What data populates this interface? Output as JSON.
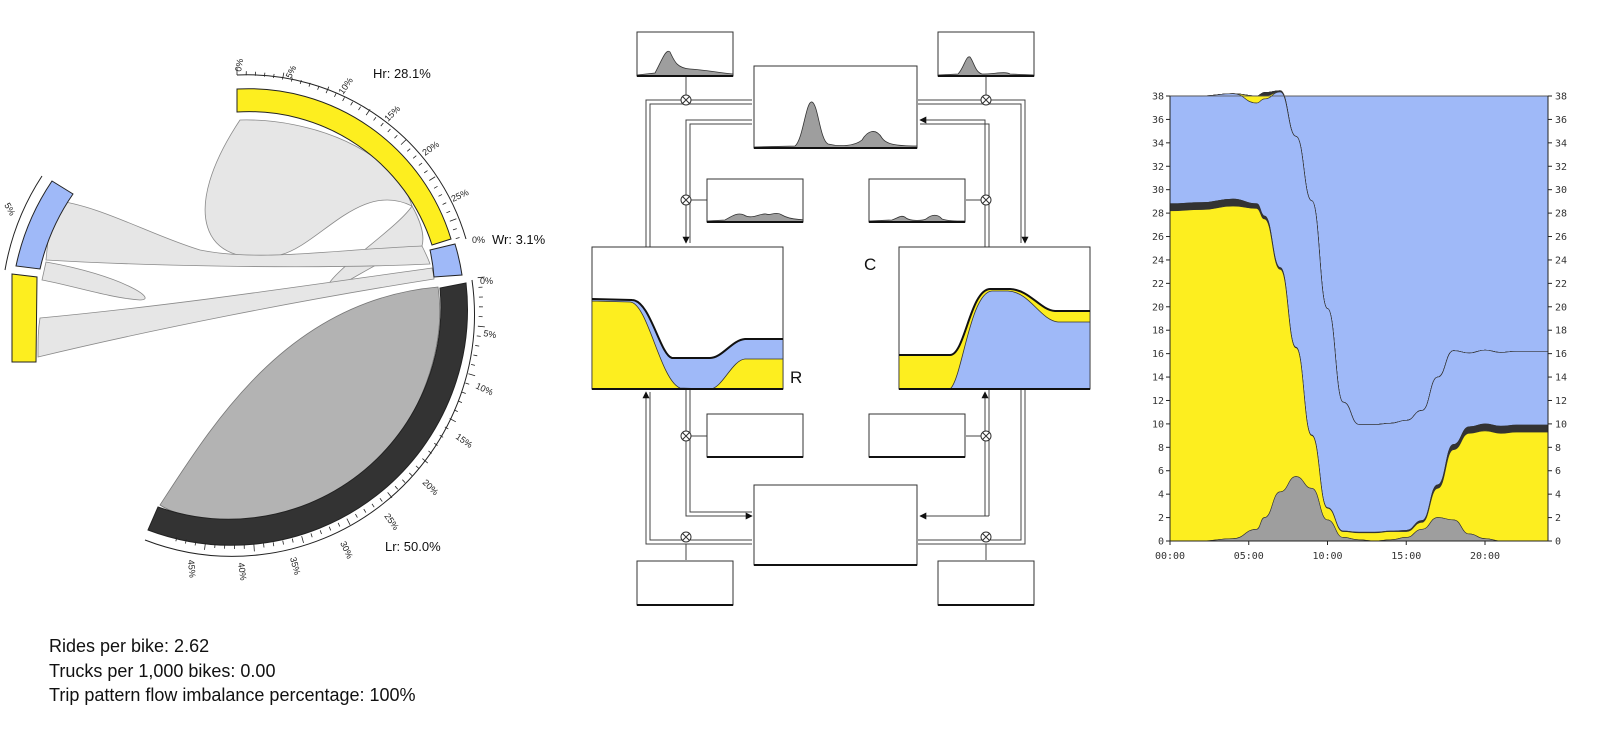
{
  "colors": {
    "yellow": "#fdee1f",
    "blue": "#9fb9f8",
    "dark": "#333333",
    "ribbon": "#e6e6e6",
    "ribbon_dark": "#b3b3b3",
    "density": "#9e9e9e"
  },
  "stats": {
    "rides_per_bike": "Rides per bike: 2.62",
    "trucks_per_1000": "Trucks per 1,000 bikes: 0.00",
    "imbalance": "Trip pattern flow imbalance percentage: 100%"
  },
  "chart_data": [
    {
      "type": "chord",
      "groups": [
        {
          "label": "Hr: 28.1%",
          "share": 28.1,
          "color": "#fdee1f"
        },
        {
          "label": "Wr: 3.1%",
          "share": 3.1,
          "color": "#9fb9f8"
        },
        {
          "label": "Lr: 50.0%",
          "share": 50.0,
          "color": "#333333"
        }
      ],
      "tick_labels": [
        "0%",
        "5%",
        "10%",
        "15%",
        "20%",
        "25%",
        "30%",
        "35%",
        "40%",
        "45%"
      ]
    },
    {
      "type": "diagram",
      "labels": {
        "c": "C",
        "r": "R"
      }
    },
    {
      "type": "area",
      "x_tick_labels": [
        "00:00",
        "05:00",
        "10:00",
        "15:00",
        "20:00"
      ],
      "y_tick_labels": [
        "0",
        "2",
        "4",
        "6",
        "8",
        "10",
        "12",
        "14",
        "16",
        "18",
        "20",
        "22",
        "24",
        "26",
        "28",
        "30",
        "32",
        "34",
        "36",
        "38"
      ],
      "xlim": [
        0,
        24
      ],
      "ylim": [
        0,
        38
      ],
      "x": [
        0,
        2,
        4,
        5.5,
        6,
        7,
        8,
        9,
        10,
        11,
        12,
        13,
        14,
        15,
        16,
        17,
        18,
        19,
        20,
        21,
        22,
        23,
        24
      ],
      "series": [
        {
          "values": [
            0,
            0,
            0.2,
            1.0,
            2.0,
            4.2,
            5.5,
            4.5,
            1.8,
            0.3,
            0.1,
            0,
            0.1,
            0.3,
            1.0,
            2.0,
            1.8,
            0.6,
            0.2,
            0,
            0,
            0,
            0
          ]
        },
        {
          "values": [
            28.2,
            28.3,
            28.4,
            27.4,
            25.5,
            19.0,
            11.0,
            4.5,
            1.0,
            0.5,
            0.6,
            0.7,
            0.7,
            0.5,
            0.6,
            2.5,
            6.0,
            8.6,
            9.2,
            9.2,
            9.3,
            9.3,
            9.3
          ]
        },
        {
          "values": [
            0.6,
            0.6,
            0.6,
            0.4,
            0.25,
            0.15,
            0.05,
            0.05,
            0.05,
            0.05,
            0.05,
            0.05,
            0.05,
            0.1,
            0.15,
            0.3,
            0.45,
            0.55,
            0.6,
            0.6,
            0.6,
            0.6,
            0.6
          ]
        },
        {
          "values": [
            9.2,
            9.1,
            9.0,
            8.6,
            10.0,
            15.0,
            18.0,
            20.0,
            17.0,
            11.0,
            9.2,
            9.2,
            9.2,
            9.4,
            9.4,
            9.2,
            8.0,
            6.3,
            6.3,
            6.3,
            6.3,
            6.3,
            6.3
          ]
        },
        {
          "values": [
            0,
            0,
            0,
            0.6,
            0.25,
            0,
            0,
            0,
            0,
            0,
            0,
            0,
            0,
            0,
            0,
            0,
            0,
            0,
            0,
            0,
            0,
            0,
            0
          ]
        },
        {
          "values": [
            0,
            0,
            0,
            0,
            0.3,
            0.1,
            0,
            0,
            0,
            0,
            0,
            0,
            0,
            0,
            0,
            0,
            0,
            0,
            0,
            0,
            0,
            0,
            0
          ]
        },
        {
          "values": [
            0,
            0,
            0,
            0,
            0,
            0,
            0,
            0,
            0,
            0,
            0,
            0,
            0,
            0,
            0,
            0,
            0,
            0,
            0,
            0,
            0,
            0,
            0
          ]
        },
        {
          "values": [
            0,
            0,
            0,
            0,
            0,
            0,
            0,
            0,
            0,
            0,
            0,
            0,
            0,
            0,
            0,
            0,
            0,
            0,
            0,
            0,
            0,
            0,
            0
          ]
        }
      ]
    }
  ]
}
